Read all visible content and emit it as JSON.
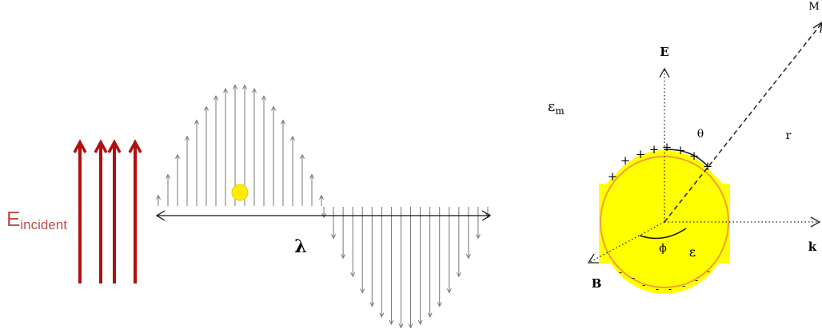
{
  "incident": {
    "label_main": "E",
    "label_sub": "incident",
    "arrow_count": 4,
    "color": "#b01010",
    "label_color": "#c0504d"
  },
  "wave": {
    "wavelength_label": "λ",
    "positive_arrows": 18,
    "negative_arrows": 18,
    "particle_color": "#ffec00"
  },
  "sphere": {
    "medium_label_main": "ε",
    "medium_label_sub": "m",
    "particle_label": "ε",
    "axis_E": "E",
    "axis_k": "k",
    "axis_B": "B",
    "angle_theta": "θ",
    "angle_phi": "ϕ",
    "radius_label": "r",
    "observer_label": "M",
    "plus_sign": "+",
    "minus_sign": "-",
    "fill_color": "#ffff00",
    "edge_color": "#f0a030"
  }
}
